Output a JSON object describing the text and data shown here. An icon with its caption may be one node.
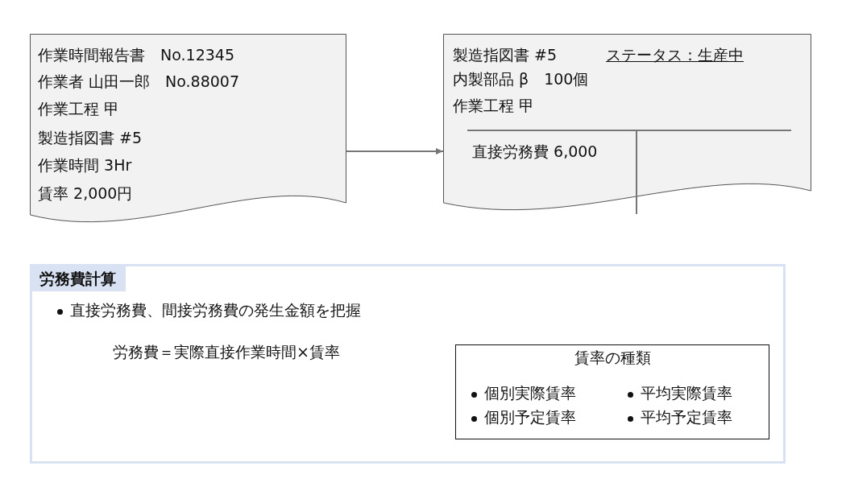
{
  "diagram": {
    "nodes": [
      {
        "text": [
          "作業時間報告書　No.12345",
          "作業者 山田一郎　No.88007",
          "作業工程 甲",
          "製造指図書 #5",
          "作業時間 3Hr",
          "賃率 2,000円"
        ]
      },
      {
        "text": [
          "製造指図書 #5",
          "ステータス：生産中",
          "内製部品 β　100個",
          "作業工程 甲",
          "直接労務費 6,000"
        ]
      },
      {
        "text": [
          "労務費計算",
          "直接労務費、間接労務費の発生金額を把握",
          "労務費＝実際直接作業時間×賃率"
        ]
      },
      {
        "text": [
          "賃率の種類",
          "個別実際賃率",
          "平均実際賃率",
          "個別予定賃率",
          "平均予定賃率"
        ],
        "in": 2
      }
    ],
    "edges": [
      {
        "from": 0,
        "to": 1,
        "arrow": "to"
      }
    ]
  }
}
